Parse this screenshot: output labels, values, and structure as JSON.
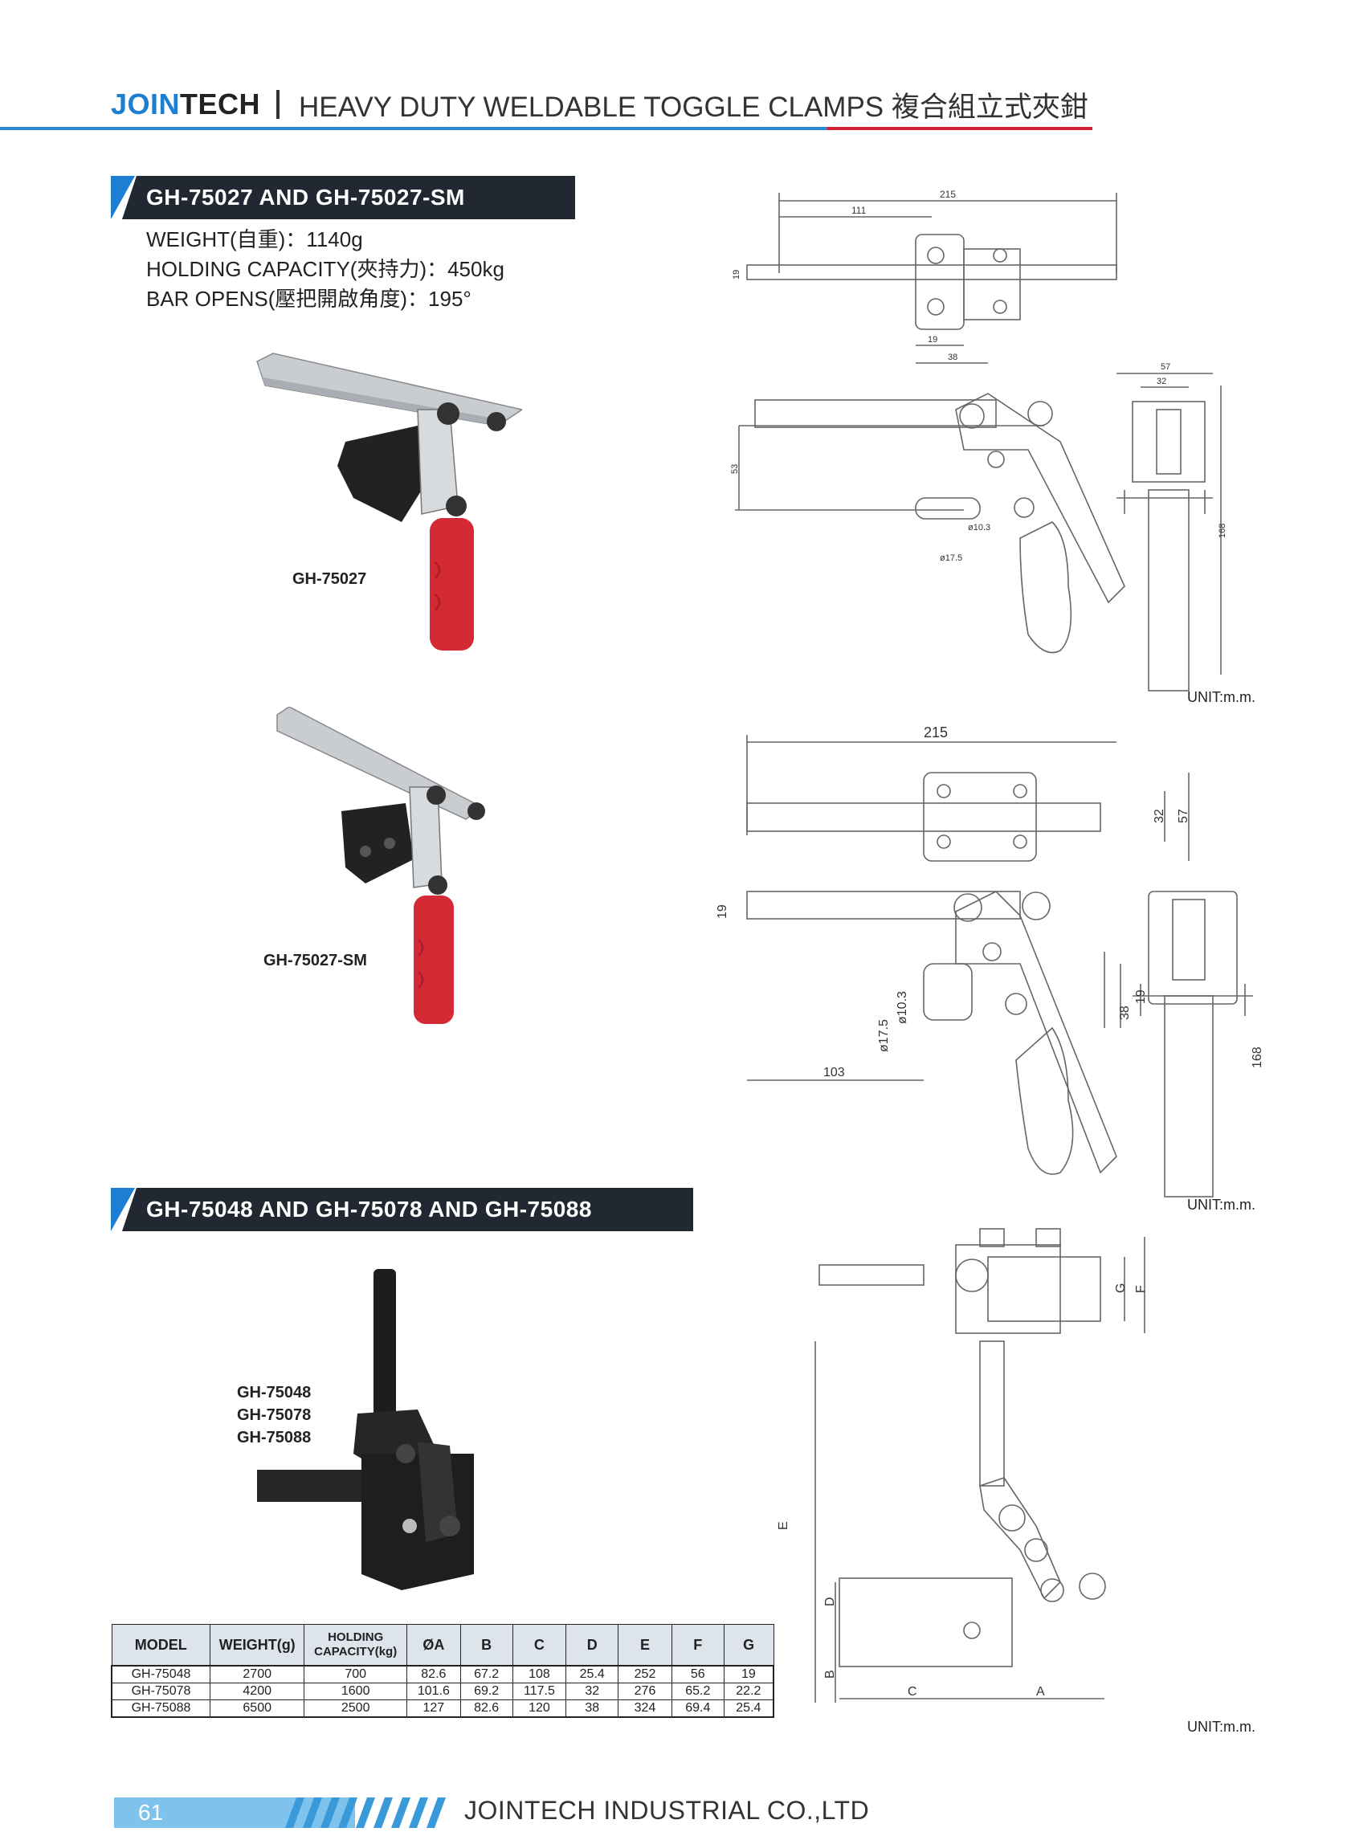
{
  "header": {
    "brand_a": "JOIN",
    "brand_b": "TECH",
    "title": "HEAVY DUTY WELDABLE TOGGLE CLAMPS 複合組立式夾鉗"
  },
  "section1": {
    "title": "GH-75027 AND GH-75027-SM",
    "weight": "WEIGHT(自重)：1140g",
    "holding": "HOLDING CAPACITY(夾持力)：450kg",
    "bar_opens": "BAR OPENS(壓把開啟角度)：195°",
    "product_a": "GH-75027",
    "product_b": "GH-75027-SM",
    "unit": "UNIT:m.m.",
    "drawing_a": {
      "dims": [
        "215",
        "111",
        "19",
        "19",
        "38",
        "57",
        "32",
        "53",
        "ø10.3",
        "ø17.5",
        "168"
      ]
    },
    "drawing_b": {
      "dims": [
        "215",
        "32",
        "57",
        "19",
        "ø10.3",
        "ø17.5",
        "103",
        "19",
        "38",
        "168"
      ]
    }
  },
  "section2": {
    "title": "GH-75048 AND GH-75078 AND GH-75088",
    "models": [
      "GH-75048",
      "GH-75078",
      "GH-75088"
    ],
    "unit": "UNIT:m.m.",
    "drawing_labels": [
      "G",
      "F",
      "E",
      "D",
      "B",
      "C",
      "A"
    ]
  },
  "table": {
    "headers": [
      "MODEL",
      "WEIGHT(g)",
      "HOLDING CAPACITY(kg)",
      "ØA",
      "B",
      "C",
      "D",
      "E",
      "F",
      "G"
    ],
    "rows": [
      [
        "GH-75048",
        "2700",
        "700",
        "82.6",
        "67.2",
        "108",
        "25.4",
        "252",
        "56",
        "19"
      ],
      [
        "GH-75078",
        "4200",
        "1600",
        "101.6",
        "69.2",
        "117.5",
        "32",
        "276",
        "65.2",
        "22.2"
      ],
      [
        "GH-75088",
        "6500",
        "2500",
        "127",
        "82.6",
        "120",
        "38",
        "324",
        "69.4",
        "25.4"
      ]
    ]
  },
  "footer": {
    "page": "61",
    "company": "JOINTECH INDUSTRIAL CO.,LTD"
  },
  "colors": {
    "brand_blue": "#1d7fd1",
    "banner_dark": "#222831",
    "accent_red": "#d02030",
    "footer_light_blue": "#7fc2ec",
    "handle_red": "#d42a35"
  }
}
